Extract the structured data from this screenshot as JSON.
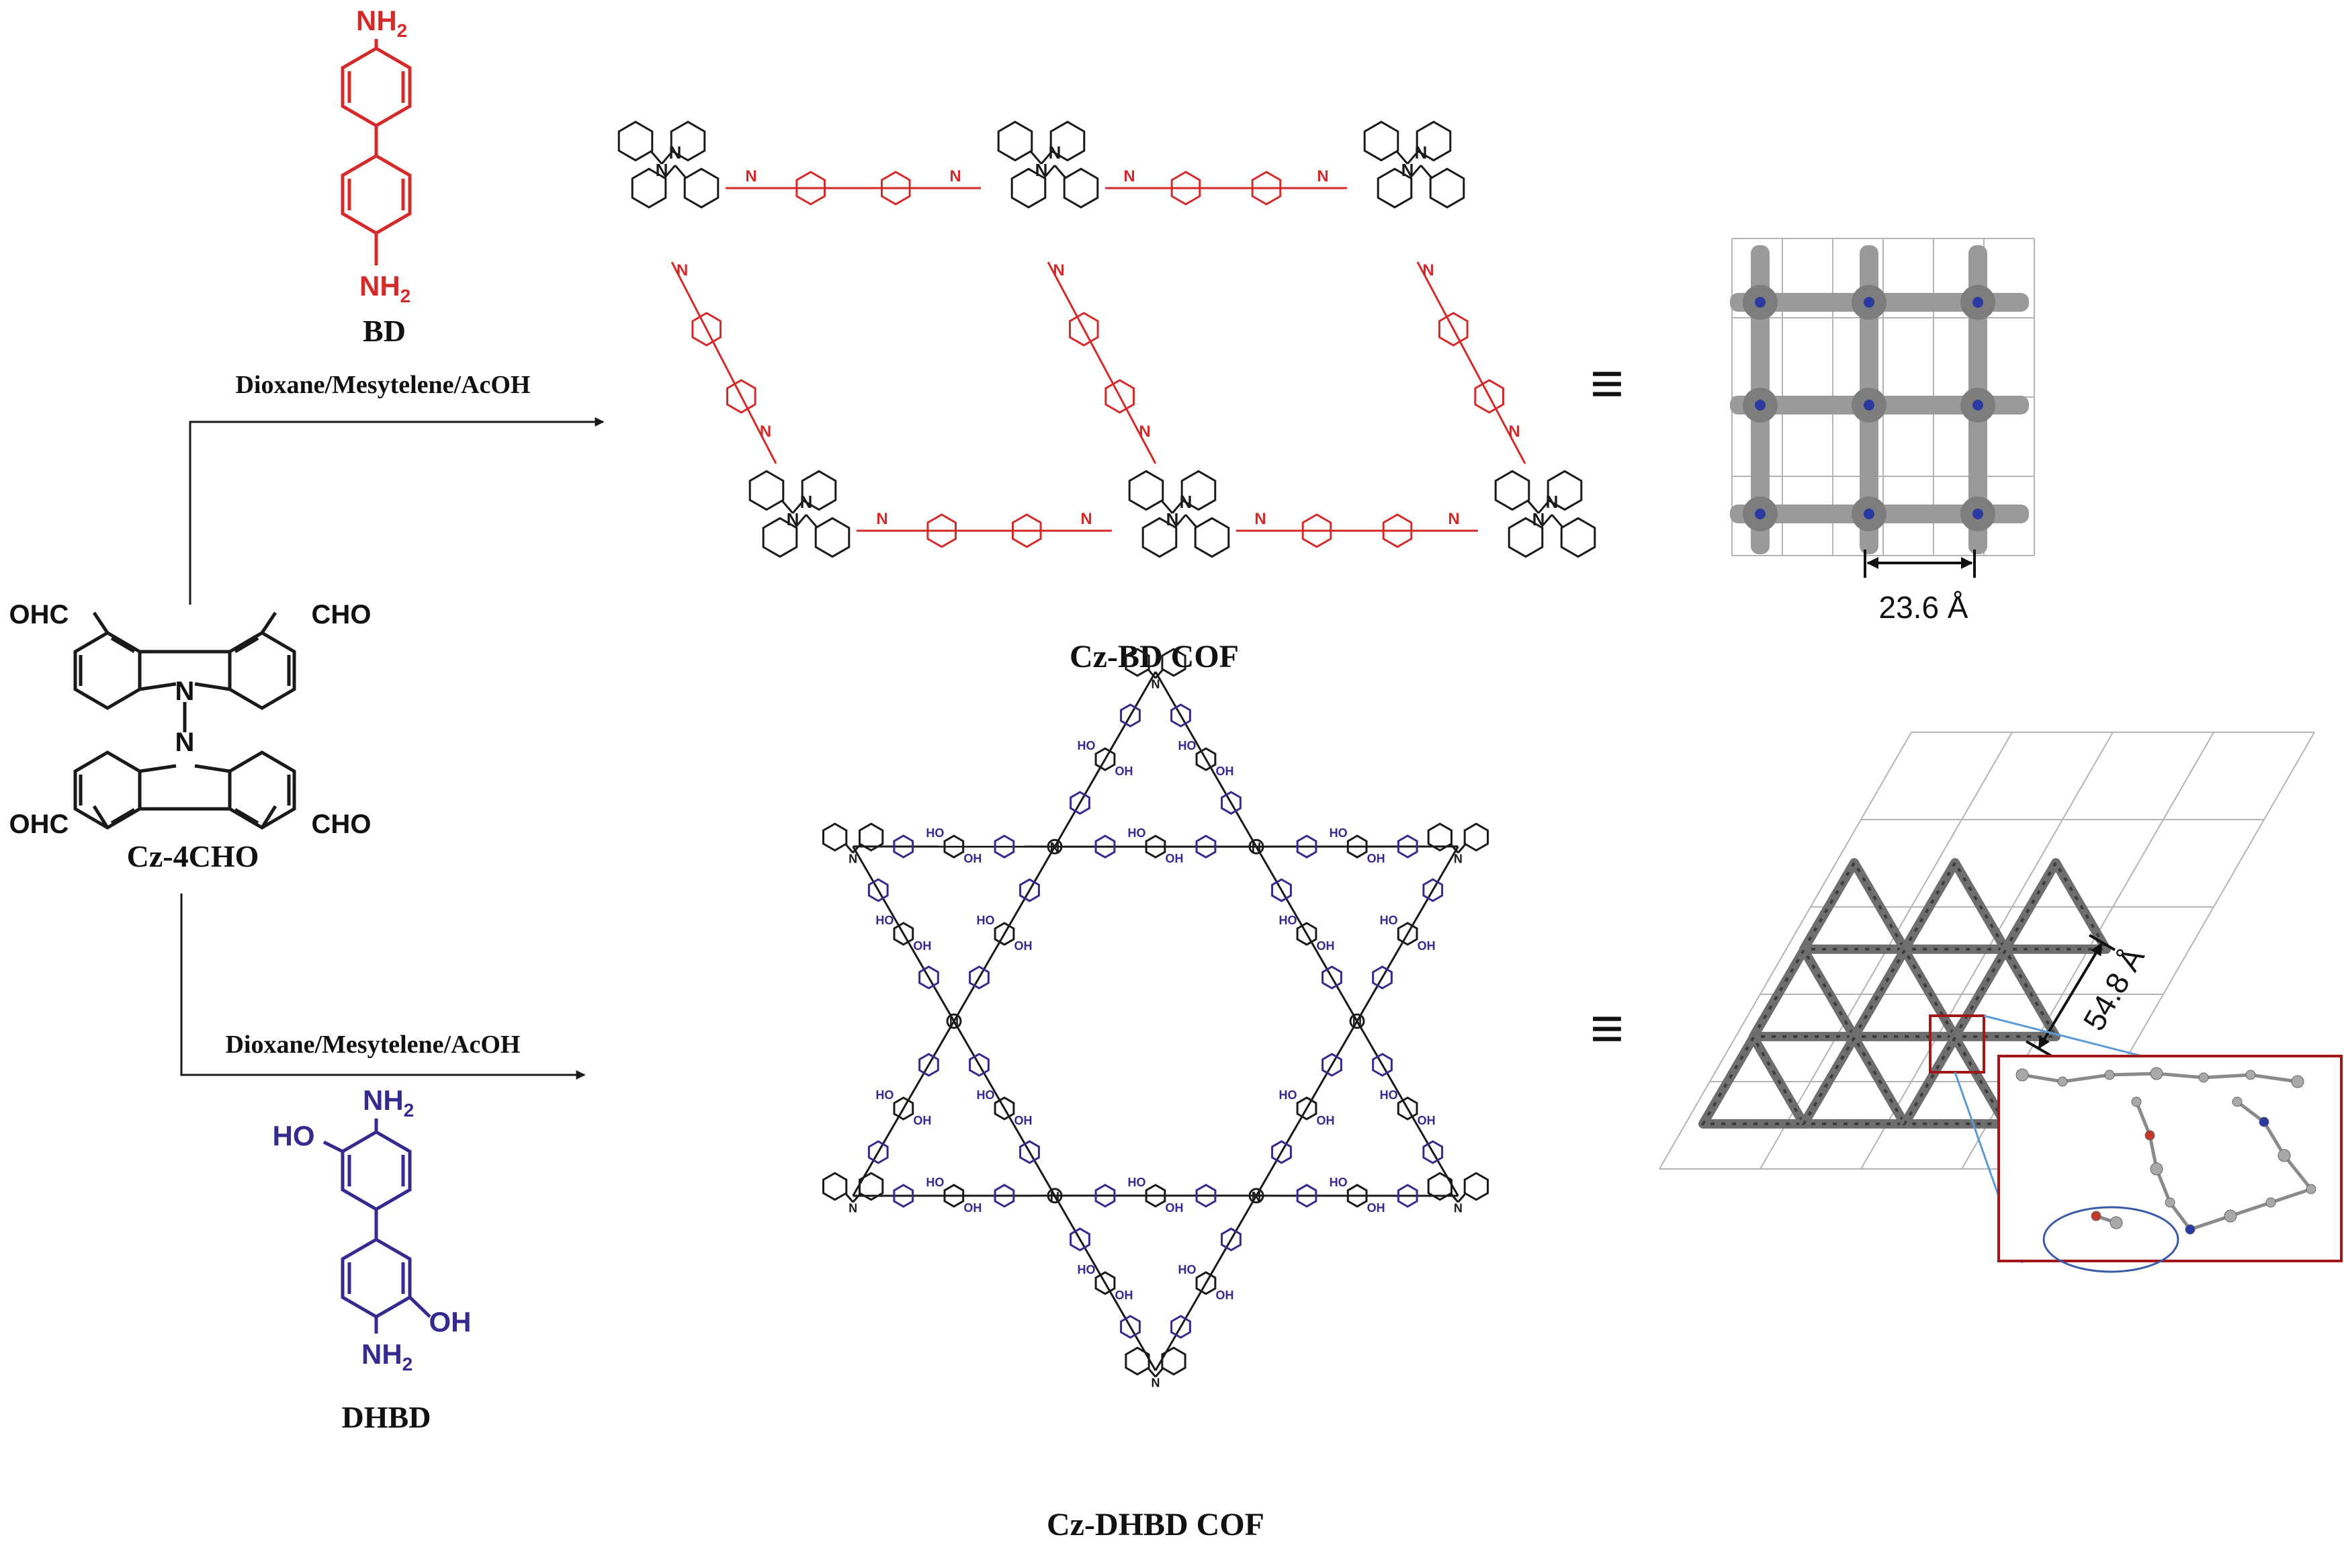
{
  "colors": {
    "bd": "#d42a2a",
    "dhbd": "#352a8e",
    "bond": "#1a1a1a",
    "grid": "#b4b4b4",
    "inset_border": "#a01818",
    "pointer": "#5b9bd5"
  },
  "reactants": {
    "bd": {
      "name": "BD",
      "nh2_top": "NH",
      "nh2_bottom": "NH",
      "sub2": "2"
    },
    "dhbd": {
      "name": "DHBD",
      "nh2_top": "NH",
      "nh2_bottom": "NH",
      "sub2": "2",
      "ho_left": "HO",
      "oh_right": "OH"
    },
    "cz4cho": {
      "name": "Cz-4CHO",
      "cho_top_left": "OHC",
      "cho_top_right": "CHO",
      "cho_bottom_left": "OHC",
      "cho_bottom_right": "CHO",
      "n_top": "N",
      "n_bottom": "N"
    }
  },
  "conditions": {
    "top": "Dioxane/Mesytelene/AcOH",
    "bottom": "Dioxane/Mesytelene/AcOH"
  },
  "products": {
    "cz_bd": {
      "name": "Cz-BD COF",
      "equiv": "≡",
      "pore_size": "23.6 Å"
    },
    "cz_dhbd": {
      "name": "Cz-DHBD COF",
      "equiv": "≡",
      "pore_size": "54.8 Å"
    }
  },
  "atom_labels": {
    "n": "N",
    "ho": "HO",
    "oh": "OH"
  }
}
